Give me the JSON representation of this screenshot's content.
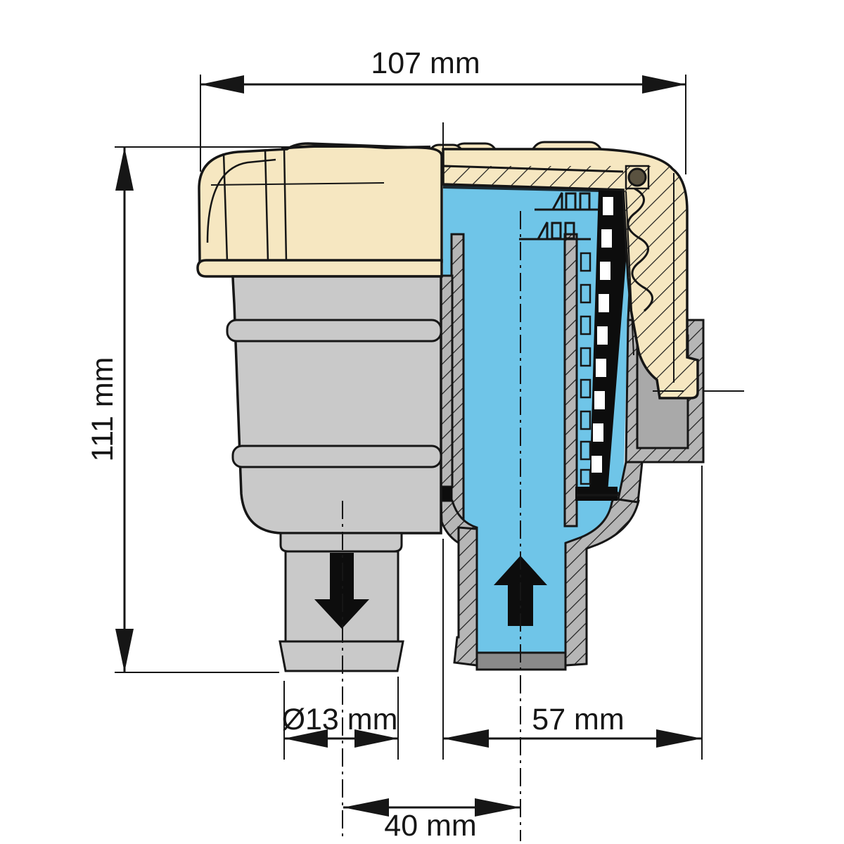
{
  "dimensions": {
    "width_top": {
      "label": "107 mm"
    },
    "height_left": {
      "label": "111 mm"
    },
    "outlet_diameter": {
      "label": "Ø13 mm"
    },
    "inlet_offset": {
      "label": "57 mm"
    },
    "hose_spacing": {
      "label": "40 mm"
    }
  },
  "colors": {
    "lid_cream": "#f6e7c1",
    "body_gray": "#c9c9c9",
    "cut_wall_gray": "#b6b6b6",
    "port_bore_gray": "#a9a9a9",
    "pipe_rim_dark": "#8a8a8a",
    "water_blue": "#6fc5e8",
    "outline_black": "#161616",
    "oring_olive": "#5a5240",
    "basket_black": "#0d0d0d"
  },
  "icons": {
    "outlet_flow": "flow-down-arrow",
    "inlet_flow": "flow-up-arrow"
  }
}
